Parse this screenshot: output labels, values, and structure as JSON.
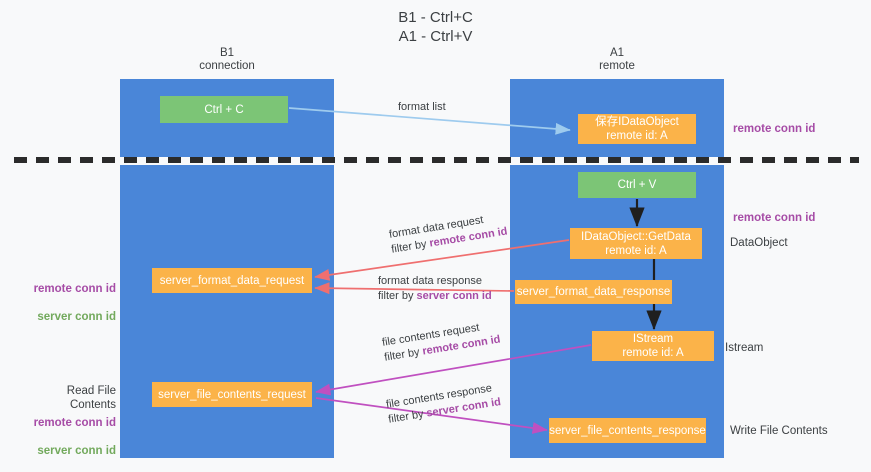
{
  "title": "B1 - Ctrl+C\nA1 - Ctrl+V",
  "columns": {
    "left": {
      "header": "B1\nconnection"
    },
    "right": {
      "header": "A1\nremote"
    }
  },
  "nodes": {
    "ctrl_c": {
      "label": "Ctrl + C",
      "color": "#7cc576"
    },
    "save_idataobject": {
      "label": "保存IDataObject\nremote id: A",
      "color": "#fbb349"
    },
    "ctrl_v": {
      "label": "Ctrl + V",
      "color": "#7cc576"
    },
    "getdata": {
      "label": "IDataObject::GetData\nremote id: A",
      "color": "#fbb349"
    },
    "server_format_data_request": {
      "label": "server_format_data_request",
      "color": "#fbb349"
    },
    "server_format_data_response": {
      "label": "server_format_data_response",
      "color": "#fbb349"
    },
    "istream": {
      "label": "IStream\nremote id: A",
      "color": "#fbb349"
    },
    "server_file_contents_request": {
      "label": "server_file_contents_request",
      "color": "#fbb349"
    },
    "server_file_contents_response": {
      "label": "server_file_contents_response",
      "color": "#fbb349"
    }
  },
  "side_labels": {
    "remote_conn_id_top": "remote conn id",
    "remote_conn_id_mid": "remote conn id",
    "dataobject": "DataObject",
    "istream": "Istream",
    "write_file_contents": "Write File Contents",
    "read_file_contents": "Read File Contents",
    "left_ids_mid_1": "remote conn id",
    "left_ids_mid_2": "server conn id",
    "left_ids_bot_1": "remote conn id",
    "left_ids_bot_2": "server conn id"
  },
  "edges": {
    "format_list": {
      "label": "format list",
      "filter": "",
      "color": "#9ecbee"
    },
    "format_data_request": {
      "label": "format data request",
      "filter_prefix": "filter by ",
      "filter": "remote conn id",
      "color": "#ef6f6f"
    },
    "format_data_response": {
      "label": "format data response",
      "filter_prefix": "filter by ",
      "filter": "server conn id",
      "color": "#ef6f6f"
    },
    "file_contents_request": {
      "label": "file contents request",
      "filter_prefix": "filter by ",
      "filter": "remote conn id",
      "color": "#c050c0"
    },
    "file_contents_response": {
      "label": "file contents response",
      "filter_prefix": "filter by ",
      "filter": "server conn id",
      "color": "#c050c0"
    }
  },
  "colors": {
    "lane_blue": "#4a86d8",
    "node_green": "#7cc576",
    "node_orange": "#fbb349",
    "accent_purple": "#a64ca6",
    "accent_green": "#72a95c",
    "divider": "#2b2b2b",
    "background": "#f8f9fa"
  }
}
